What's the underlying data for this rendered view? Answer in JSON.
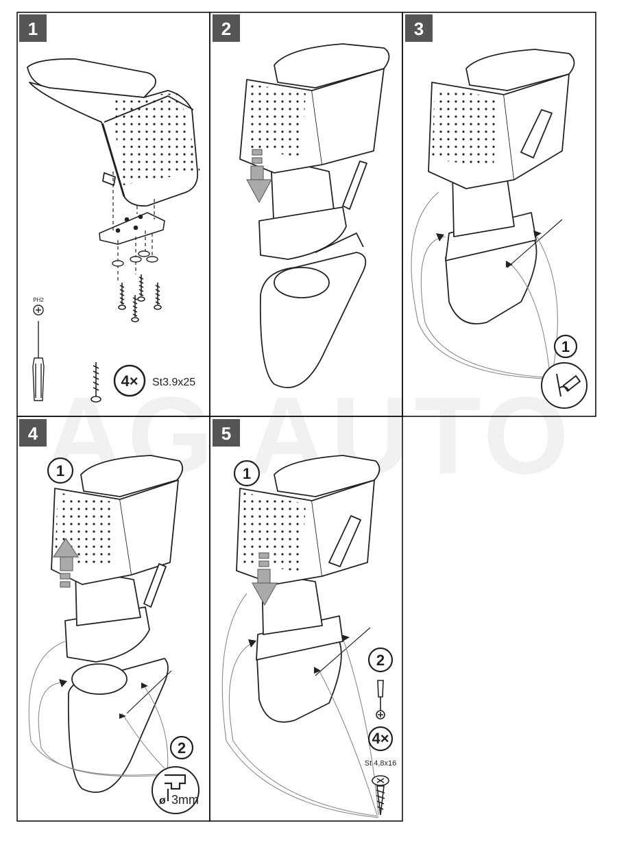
{
  "watermark": "AG AUTO",
  "steps": [
    {
      "number": "1",
      "tool": {
        "bit_label": "PH2"
      },
      "screws": {
        "count": "4×",
        "spec": "St3.9x25"
      }
    },
    {
      "number": "2"
    },
    {
      "number": "3",
      "callouts": [
        "1"
      ]
    },
    {
      "number": "4",
      "callouts": [
        "1",
        "2"
      ],
      "drill_size": "3mm",
      "diameter_symbol": "ø"
    },
    {
      "number": "5",
      "callouts": [
        "1",
        "2"
      ],
      "screws": {
        "count": "4×",
        "spec": "St 4,8x16"
      }
    }
  ],
  "colors": {
    "badge": "#555555",
    "line": "#222222",
    "arrow": "#999999",
    "border": "#000000"
  },
  "icons": [
    "phillips-screwdriver-icon",
    "screw-icon",
    "drill-icon",
    "marker-pen-icon",
    "arrow-down-icon",
    "arrow-up-icon",
    "washer-icon"
  ]
}
